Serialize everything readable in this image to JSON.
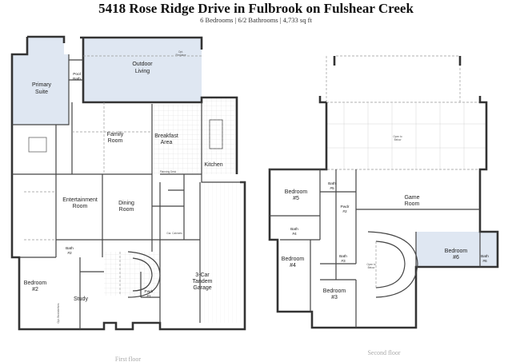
{
  "header": {
    "title": "5418 Rose Ridge Drive in Fulbrook on Fulshear Creek",
    "subtitle": "6 Bedrooms | 6/2 Bathrooms | 4,733 sq ft"
  },
  "colors": {
    "highlight_room": "#dfe7f2",
    "wall": "#333333",
    "grid_line": "#cccccc",
    "floor_label": "#aaaaaa"
  },
  "first_floor": {
    "label": "First floor",
    "rooms": {
      "outdoor_living_1": "Outdoor",
      "outdoor_living_2": "Living",
      "opt_fireplace_1": "Opt.",
      "opt_fireplace_2": "Fireplace",
      "primary_suite_1": "Primary",
      "primary_suite_2": "Suite",
      "pool_bath_1": "Pool",
      "pool_bath_2": "Bath",
      "family_room_1": "Family",
      "family_room_2": "Room",
      "breakfast_area_1": "Breakfast",
      "breakfast_area_2": "Area",
      "kitchen": "Kitchen",
      "planning_desk": "Planning Desk",
      "entertainment_room_1": "Entertainment",
      "entertainment_room_2": "Room",
      "dining_room_1": "Dining",
      "dining_room_2": "Room",
      "gar_cabinets": "Gar. Cabinets",
      "bath_2_1": "Bath",
      "bath_2_2": "#2",
      "bedroom_2_1": "Bedroom",
      "bedroom_2_2": "#2",
      "study": "Study",
      "opt_bookshelves": "Opt. Bookshelves",
      "pwdr_1_1": "Pwdr",
      "pwdr_1_2": "#1",
      "garage_1": "3-Car",
      "garage_2": "Tandem",
      "garage_3": "Garage"
    }
  },
  "second_floor": {
    "label": "Second floor",
    "rooms": {
      "open_below_1": "Open to",
      "open_below_2": "Below",
      "bedroom_5_1": "Bedroom",
      "bedroom_5_2": "#5",
      "bath_5_1": "Bath",
      "bath_5_2": "#5",
      "pwdr_2_1": "Pwdr",
      "pwdr_2_2": "#2",
      "game_room_1": "Game",
      "game_room_2": "Room",
      "bath_4_1": "Bath",
      "bath_4_2": "#4",
      "bedroom_4_1": "Bedroom",
      "bedroom_4_2": "#4",
      "bath_3_1": "Bath",
      "bath_3_2": "#3",
      "open_below_stair_1": "Open to",
      "open_below_stair_2": "Below",
      "bedroom_6_1": "Bedroom",
      "bedroom_6_2": "#6",
      "bath_6_1": "Bath",
      "bath_6_2": "#6",
      "bedroom_3_1": "Bedroom",
      "bedroom_3_2": "#3"
    }
  }
}
